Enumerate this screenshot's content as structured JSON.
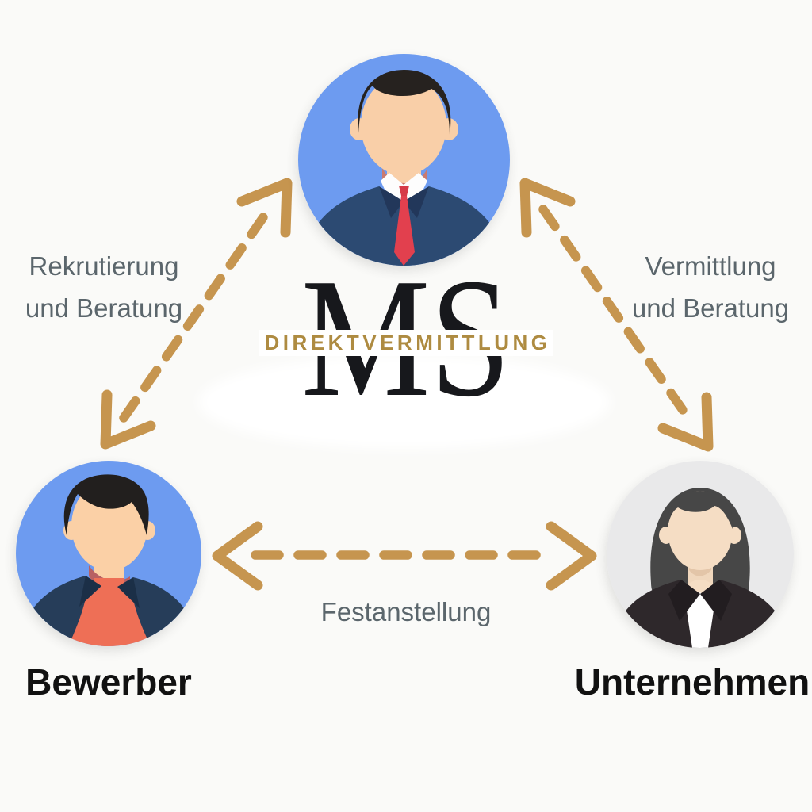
{
  "colors": {
    "background": "#fafaf8",
    "gold": "#c6954f",
    "wordmark_gold": "#ae8b41",
    "label_gray": "#5b666c",
    "label_black": "#111111",
    "avatar_blue": "#6d9bf0",
    "avatar_gray": "#e9e9ea",
    "logo_black": "#17181c"
  },
  "logo": {
    "monogram": "MS",
    "wordmark": "DIREKTVERMITTLUNG"
  },
  "nodes": {
    "top": {
      "icon": "businessman-avatar"
    },
    "left": {
      "label": "Bewerber",
      "icon": "applicant-avatar"
    },
    "right": {
      "label": "Unternehmen",
      "icon": "businesswoman-avatar"
    }
  },
  "edges": {
    "left": {
      "line1": "Rekrutierung",
      "line2": "und Beratung"
    },
    "right": {
      "line1": "Vermittlung",
      "line2": "und Beratung"
    },
    "bottom": {
      "label": "Festanstellung"
    }
  }
}
